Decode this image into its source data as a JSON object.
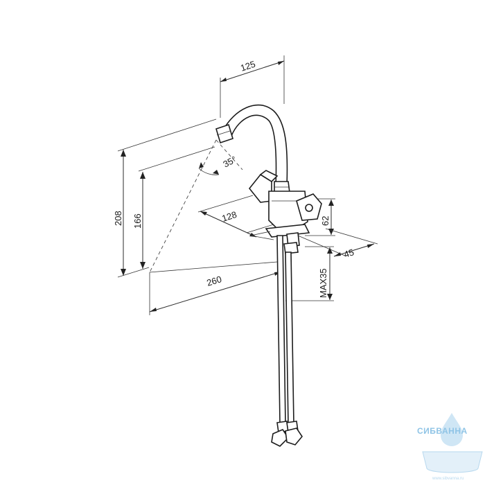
{
  "dimensions": {
    "height_overall": "208",
    "height_outlet": "166",
    "width_outlet_reach": "125",
    "reach_total": "260",
    "reach_base": "128",
    "angle": "35°",
    "body_height": "62",
    "base_depth": "45",
    "max_thickness": "MAX35"
  },
  "watermark": {
    "brand": "СИБВАННА",
    "url": "www.sibvanna.ru"
  },
  "colors": {
    "line": "#2a2a2a",
    "watermark": "#8fc4e6"
  }
}
